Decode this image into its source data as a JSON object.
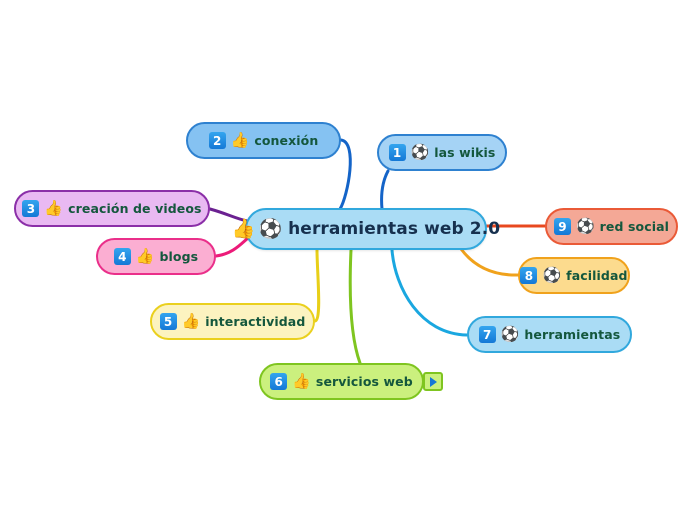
{
  "map": {
    "title": "herramientas web 2.0",
    "background_color": "#ffffff",
    "root": {
      "label": "herramientas web 2.0",
      "icons": [
        "thumbs-up",
        "soccer-ball"
      ],
      "icon_glyphs": [
        "👍",
        "⚽"
      ],
      "fill_color": "#aadcf5",
      "border_color": "#31a8dd",
      "text_color": "#16304e"
    },
    "branches": [
      {
        "number": "1",
        "label": "las wikis",
        "icon": "soccer-ball",
        "icon_glyph": "⚽",
        "fill_color": "#a5d3f5",
        "border_color": "#2e81d0",
        "edge_color": "#1464c8",
        "side": "top-right"
      },
      {
        "number": "2",
        "label": "conexión",
        "icon": "thumbs-up",
        "icon_glyph": "👍",
        "fill_color": "#85c2f2",
        "border_color": "#2e81d0",
        "edge_color": "#1464c8",
        "side": "top-left"
      },
      {
        "number": "3",
        "label": "creación de videos",
        "icon": "thumbs-up",
        "icon_glyph": "👍",
        "fill_color": "#e9b9f2",
        "border_color": "#8b2fa8",
        "edge_color": "#6b2191",
        "side": "left"
      },
      {
        "number": "4",
        "label": "blogs",
        "icon": "thumbs-up",
        "icon_glyph": "👍",
        "fill_color": "#fbaed2",
        "border_color": "#ea2f8a",
        "edge_color": "#ec1b79",
        "side": "left"
      },
      {
        "number": "5",
        "label": "interactividad",
        "icon": "thumbs-up",
        "icon_glyph": "👍",
        "fill_color": "#fcf3c0",
        "border_color": "#ead01e",
        "edge_color": "#e8cf18",
        "side": "bottom-left"
      },
      {
        "number": "6",
        "label": "servicios web",
        "icon": "thumbs-up",
        "icon_glyph": "👍",
        "fill_color": "#cbf07e",
        "border_color": "#7fc520",
        "edge_color": "#7fc520",
        "side": "bottom",
        "expand_toggle": {
          "icon": "triangle-right",
          "state": "collapsed",
          "color": "#1478d6"
        }
      },
      {
        "number": "7",
        "label": "herramientas",
        "icon": "soccer-ball",
        "icon_glyph": "⚽",
        "fill_color": "#aadcf5",
        "border_color": "#31a8dd",
        "edge_color": "#1aa7e0",
        "side": "bottom-right"
      },
      {
        "number": "8",
        "label": "facilidad",
        "icon": "soccer-ball",
        "icon_glyph": "⚽",
        "fill_color": "#fcdb8e",
        "border_color": "#f0a21c",
        "edge_color": "#f0a21c",
        "side": "right"
      },
      {
        "number": "9",
        "label": "red social",
        "icon": "soccer-ball",
        "icon_glyph": "⚽",
        "fill_color": "#f4a896",
        "border_color": "#ea5a37",
        "edge_color": "#e8481f",
        "side": "right"
      }
    ]
  }
}
